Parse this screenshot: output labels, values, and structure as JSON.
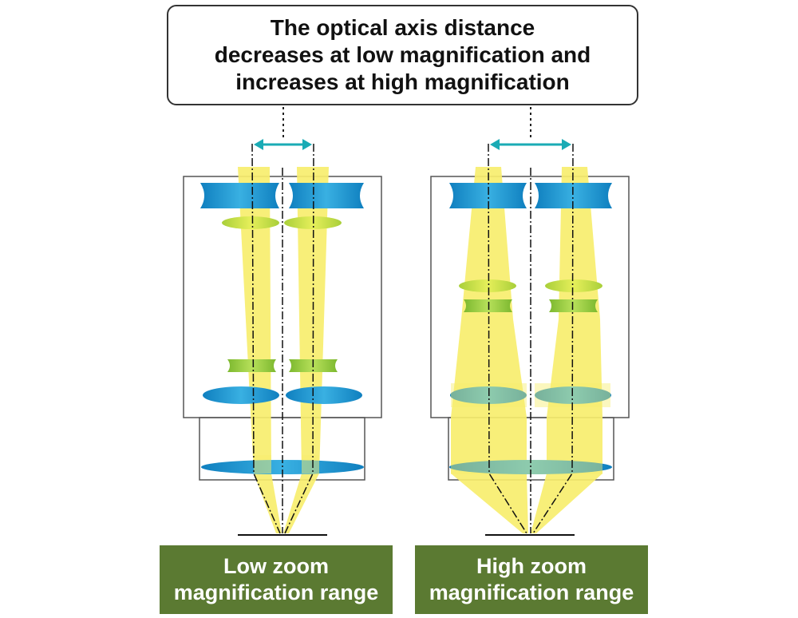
{
  "callout": {
    "text": "The optical axis distance\ndecreases at low magnification and\nincreases at high magnification"
  },
  "panels": [
    {
      "id": "low",
      "label": "Low zoom\nmagnification range"
    },
    {
      "id": "high",
      "label": "High zoom\nmagnification range"
    }
  ],
  "colors": {
    "beam": "#f7ee6e",
    "blue_lens": "#1a8fc8",
    "green_lens": "#8cc63f",
    "arrow": "#1aabb5",
    "label_bg": "#5b7a32",
    "outline": "#555555"
  }
}
